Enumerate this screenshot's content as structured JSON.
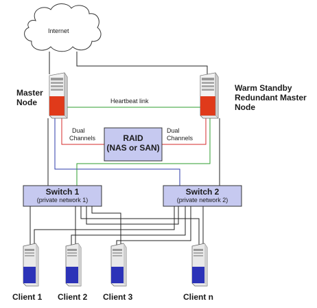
{
  "internet": {
    "label": "Internet"
  },
  "master": {
    "label_line1": "Master",
    "label_line2": "Node"
  },
  "standby": {
    "label_line1": "Warm Standby",
    "label_line2": "Redundant Master",
    "label_line3": "Node"
  },
  "heartbeat": {
    "label": "Heartbeat link"
  },
  "dual_left": {
    "line1": "Dual",
    "line2": "Channels"
  },
  "dual_right": {
    "line1": "Dual",
    "line2": "Channels"
  },
  "raid": {
    "line1": "RAID",
    "line2": "(NAS or SAN)"
  },
  "switch1": {
    "title": "Switch 1",
    "subtitle": "(private network 1)"
  },
  "switch2": {
    "title": "Switch 2",
    "subtitle": "(private network 2)"
  },
  "clients": [
    "Client 1",
    "Client 2",
    "Client 3",
    "Client n"
  ],
  "colors": {
    "heartbeat": "#2e9e2e",
    "dual_channel": "#d42a2a",
    "network_blue": "#2b3aa8",
    "switch_fill": "#c6c9f0",
    "raid_fill": "#c6c9f0",
    "server_red": "#e03a1a",
    "server_blue": "#2c33b8"
  }
}
